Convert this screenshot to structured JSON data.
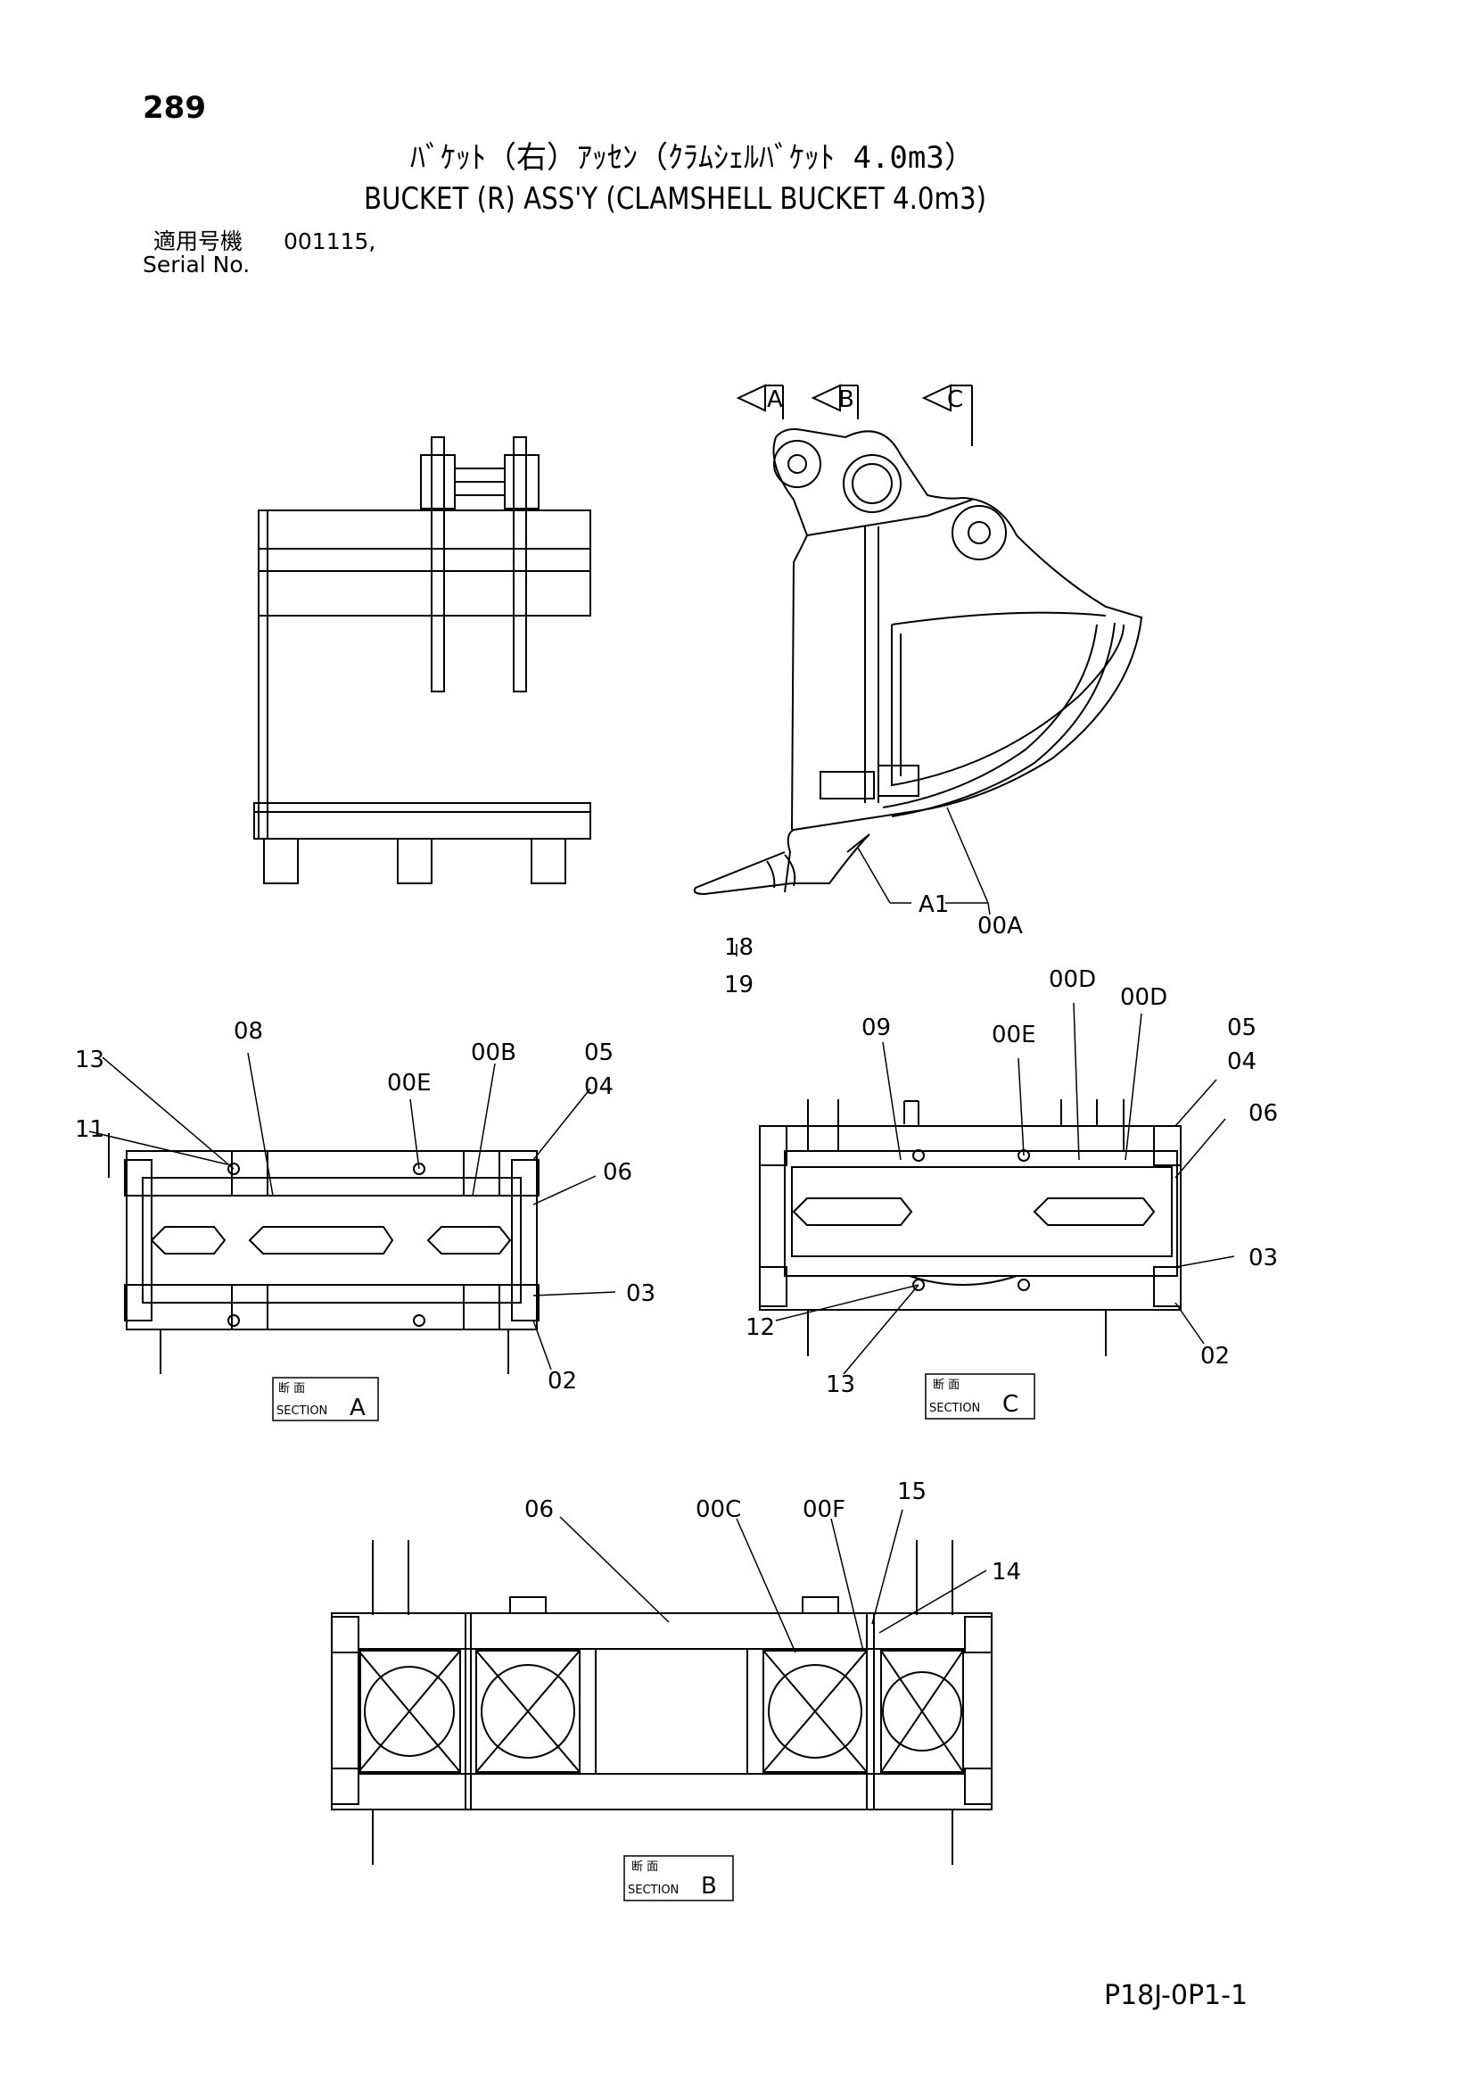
{
  "header": {
    "page_number": "289",
    "title_jp": "ﾊﾞｹｯﾄ（右）ｱｯｾﾝ（ｸﾗﾑｼｪﾙﾊﾞｹｯﾄ 4.0m3）",
    "title_en": "BUCKET (R) ASS'Y (CLAMSHELL BUCKET 4.0m3)",
    "serial_label_jp": "適用号機",
    "serial_value": "001115,",
    "serial_label_en": "Serial No."
  },
  "view_markers": [
    "A",
    "B",
    "C"
  ],
  "main_view_callouts": {
    "a1": "A1",
    "a00": "00A",
    "p18": "18",
    "p19": "19"
  },
  "section_a": {
    "label_jp": "断 面",
    "label_en": "SECTION",
    "letter": "A",
    "callouts": {
      "p13": "13",
      "p11": "11",
      "p08": "08",
      "p00e": "00E",
      "p00b": "00B",
      "p05": "05",
      "p04": "04",
      "p06": "06",
      "p03": "03",
      "p02": "02"
    }
  },
  "section_c": {
    "label_jp": "断 面",
    "label_en": "SECTION",
    "letter": "C",
    "callouts": {
      "p09": "09",
      "p00e": "00E",
      "p00d_a": "00D",
      "p00d_b": "00D",
      "p05": "05",
      "p04": "04",
      "p06": "06",
      "p03": "03",
      "p02": "02",
      "p12": "12",
      "p13": "13"
    }
  },
  "section_b": {
    "label_jp": "断 面",
    "label_en": "SECTION",
    "letter": "B",
    "callouts": {
      "p06": "06",
      "p00c": "00C",
      "p00f": "00F",
      "p15": "15",
      "p14": "14"
    }
  },
  "footer": {
    "doc_code": "P18J-0P1-1"
  }
}
